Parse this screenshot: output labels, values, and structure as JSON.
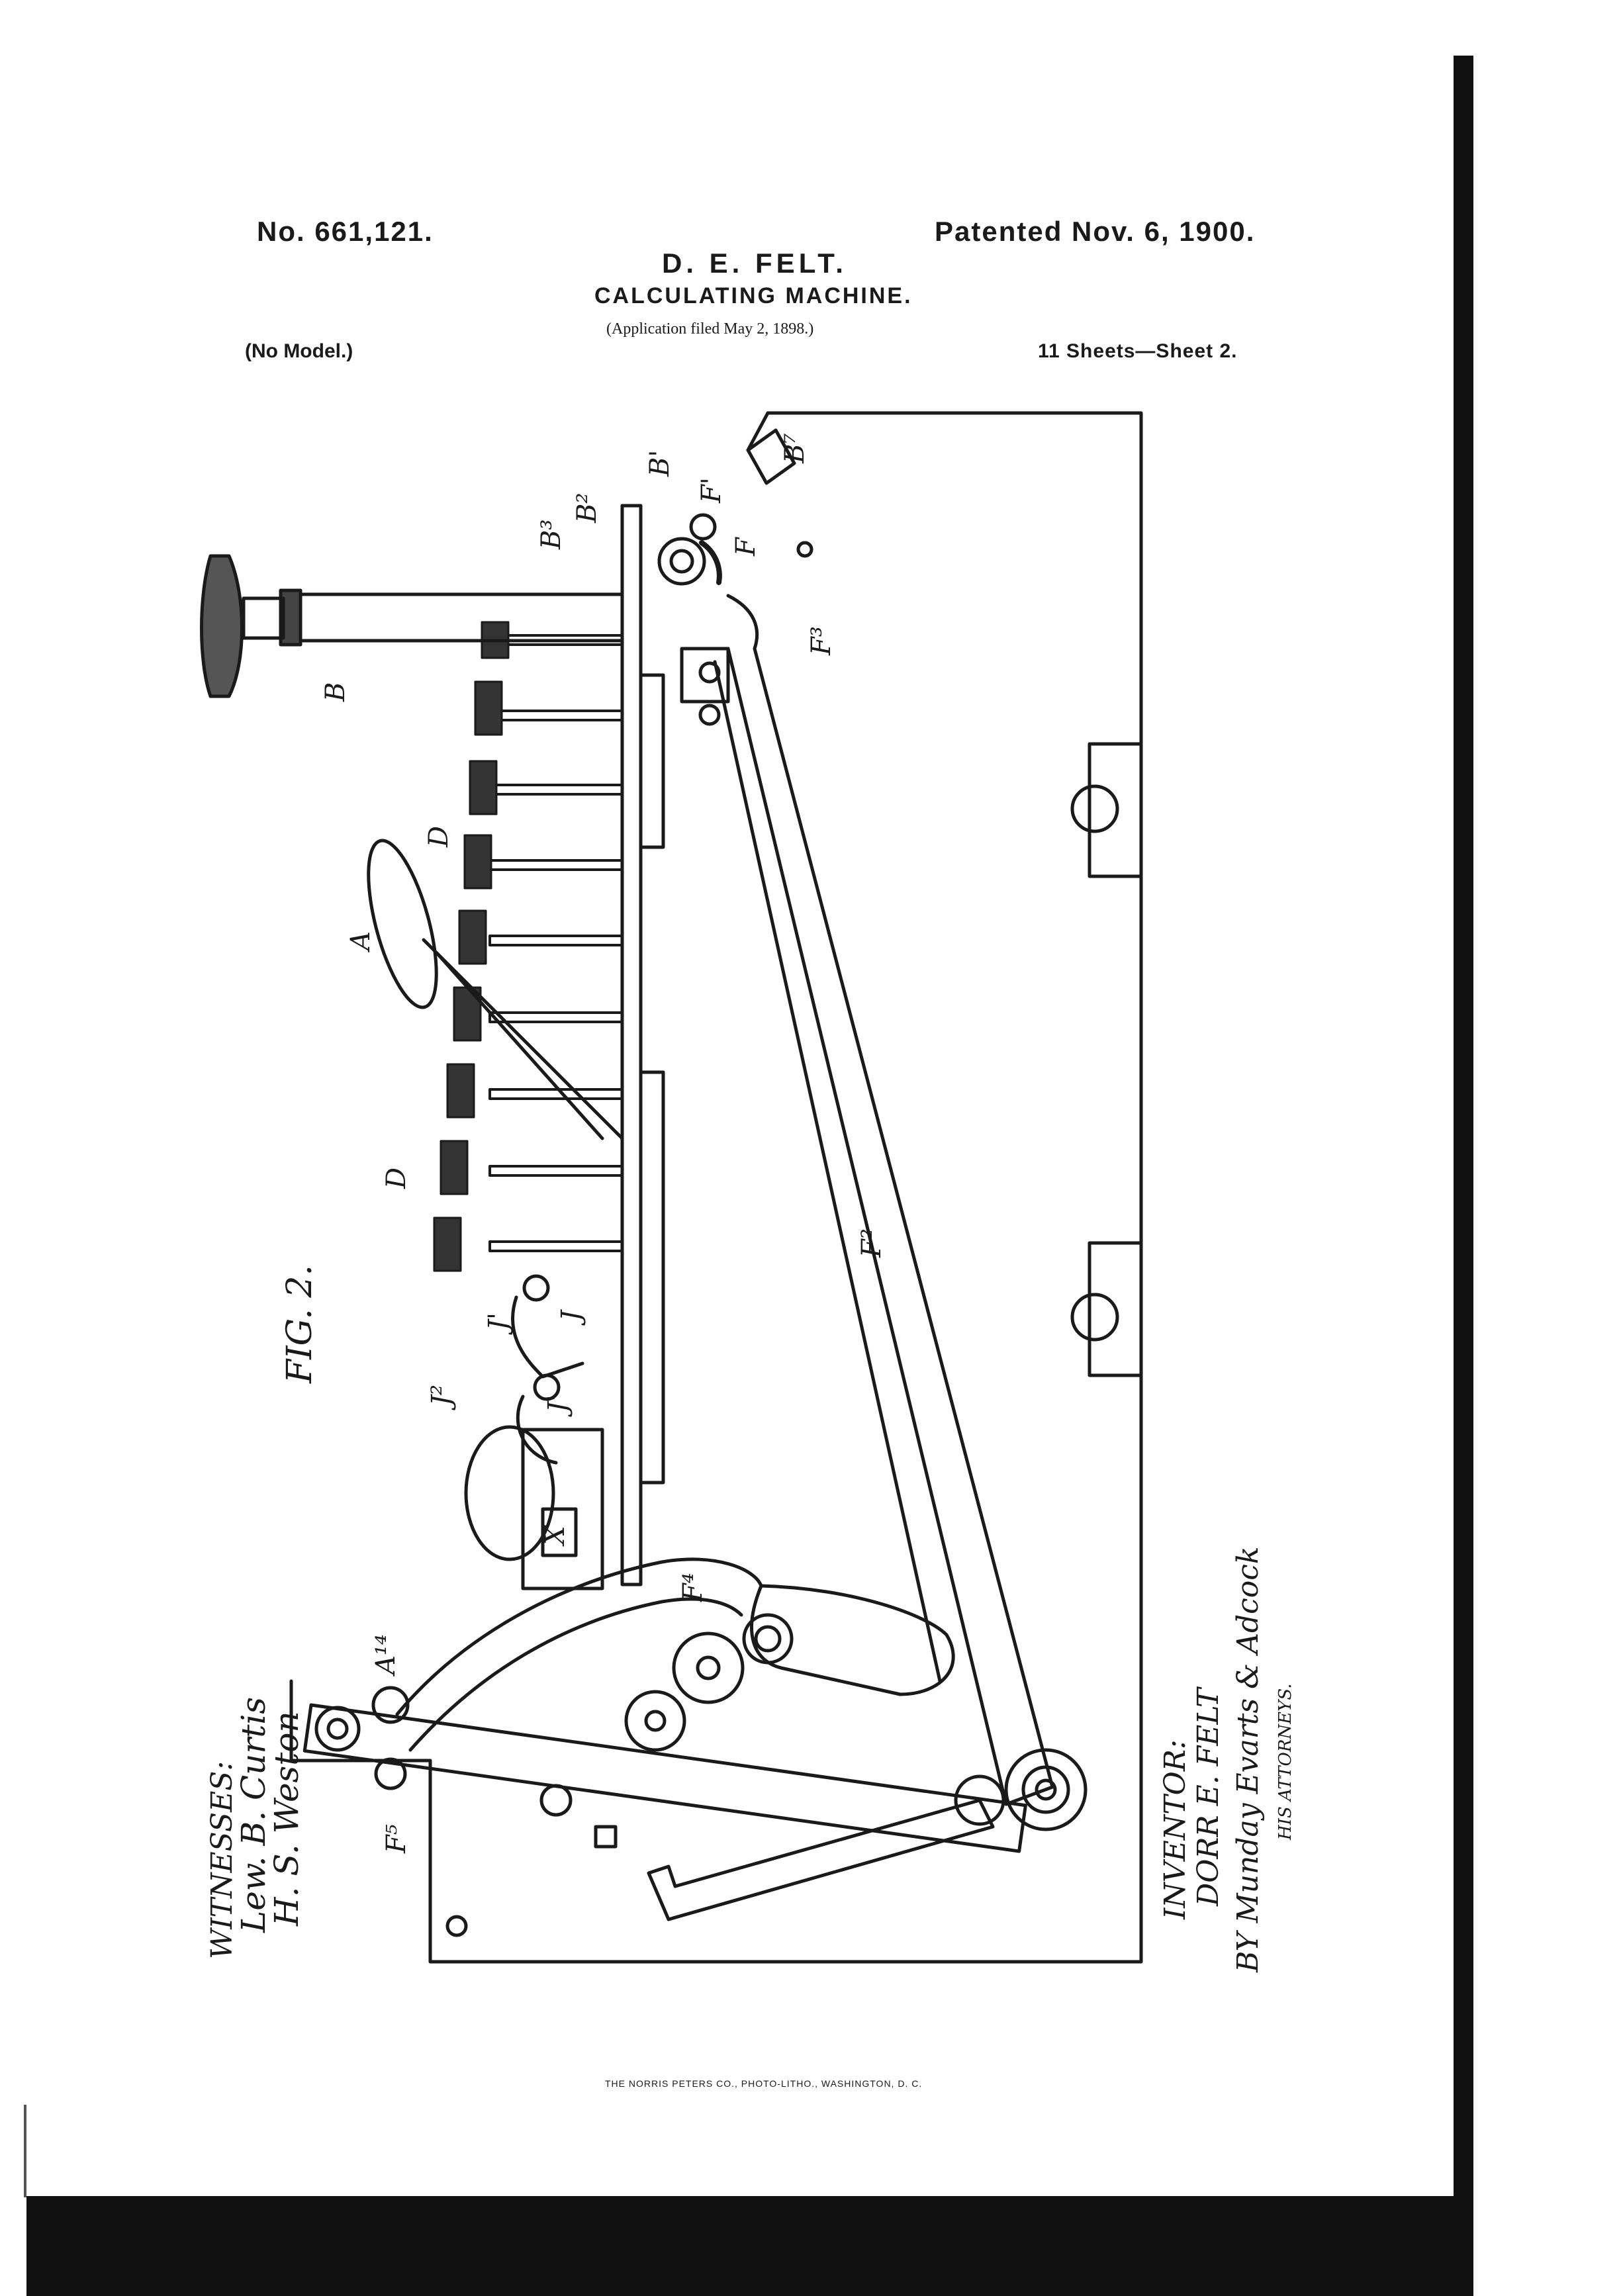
{
  "header": {
    "patent_number": "No. 661,121.",
    "patent_date": "Patented Nov. 6, 1900.",
    "inventor": "D. E. FELT.",
    "title": "CALCULATING MACHINE.",
    "application": "(Application filed May 2, 1898.)",
    "model": "(No Model.)",
    "sheets": "11 Sheets—Sheet 2."
  },
  "figure": {
    "label": "FIG. 2.",
    "parts": {
      "B": "B",
      "B1": "B'",
      "B2": "B²",
      "B3": "B³",
      "B7": "B⁷",
      "F": "F",
      "F1": "F'",
      "F2": "F²",
      "F3": "F³",
      "F4": "F⁴",
      "F5": "F⁵",
      "D": "D",
      "A": "A",
      "A14": "A¹⁴",
      "J": "J",
      "J1": "J'",
      "J2": "J²",
      "J3": "J'",
      "X": "X"
    }
  },
  "witnesses": {
    "label": "WITNESSES:",
    "names": [
      "Lew. B. Curtis",
      "H. S. Weston"
    ]
  },
  "inventor_block": {
    "label": "INVENTOR:",
    "name": "DORR E. FELT",
    "by": "BY Munday Evarts & Adcock",
    "attorneys": "HIS ATTORNEYS."
  },
  "printer": "THE NORRIS PETERS CO., PHOTO-LITHO., WASHINGTON, D. C."
}
